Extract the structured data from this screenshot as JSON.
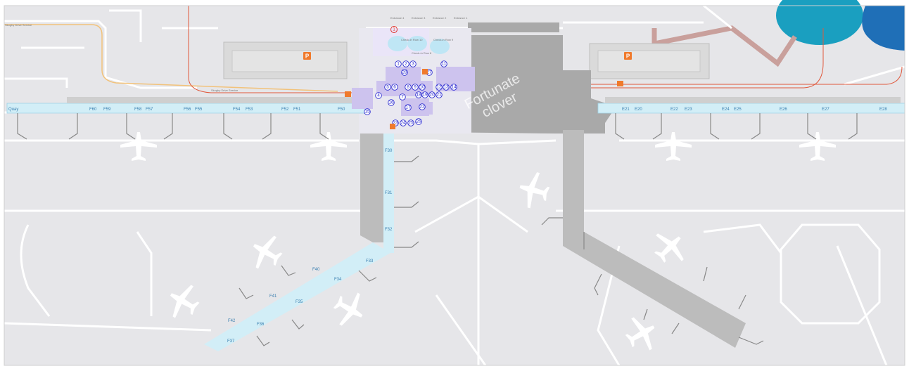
{
  "map": {
    "watermark": "Fortunate clover",
    "top_left_label": "Skogby Drive Service",
    "road_label_mid": "Skogby Drive Service",
    "entrances": [
      "Entrance 4",
      "Entrance 3",
      "Entrance 2",
      "Entrance 1"
    ],
    "check_in_rows": [
      "Check-in Row 10",
      "Check-in Row 9",
      "Check-in Row 8"
    ],
    "quay_label": "Quay",
    "parking_left_label": "P",
    "parking_right_label": "P",
    "gates_left_pier": [
      "F60",
      "F59",
      "F58",
      "F57",
      "F56",
      "F55",
      "F54",
      "F53",
      "F52",
      "F51",
      "F50"
    ],
    "gates_right_pier": [
      "E21",
      "E20",
      "E22",
      "E23",
      "E24",
      "E25",
      "E26",
      "E27",
      "E28"
    ],
    "gates_south_pier": [
      "F30",
      "F31",
      "F32",
      "F33",
      "F34",
      "F35",
      "F36",
      "F37",
      "F40",
      "F41",
      "F42"
    ],
    "red_marker": "1",
    "markers": [
      "1",
      "2",
      "3",
      "4",
      "5",
      "6",
      "7",
      "8",
      "9",
      "10",
      "11",
      "12",
      "13",
      "14",
      "15",
      "16",
      "17",
      "18",
      "19",
      "20",
      "21",
      "22",
      "23",
      "24",
      "25",
      "26",
      "27",
      "28"
    ],
    "colors": {
      "ground": "#e6e6e9",
      "roads": "#ffffff",
      "terminal_building": "#a9a9a9",
      "pier": "#bcbcbc",
      "gate_corridor": "#d2eef7",
      "gate_text": "#3a7fb0",
      "shop_purple": "#cdc3ee",
      "marker_blue": "#2a2ad0",
      "parking_orange": "#f07a2c",
      "lake": "#1a9fc0",
      "water_dark": "#1f6fb7",
      "route_red": "#c9a09c"
    }
  }
}
